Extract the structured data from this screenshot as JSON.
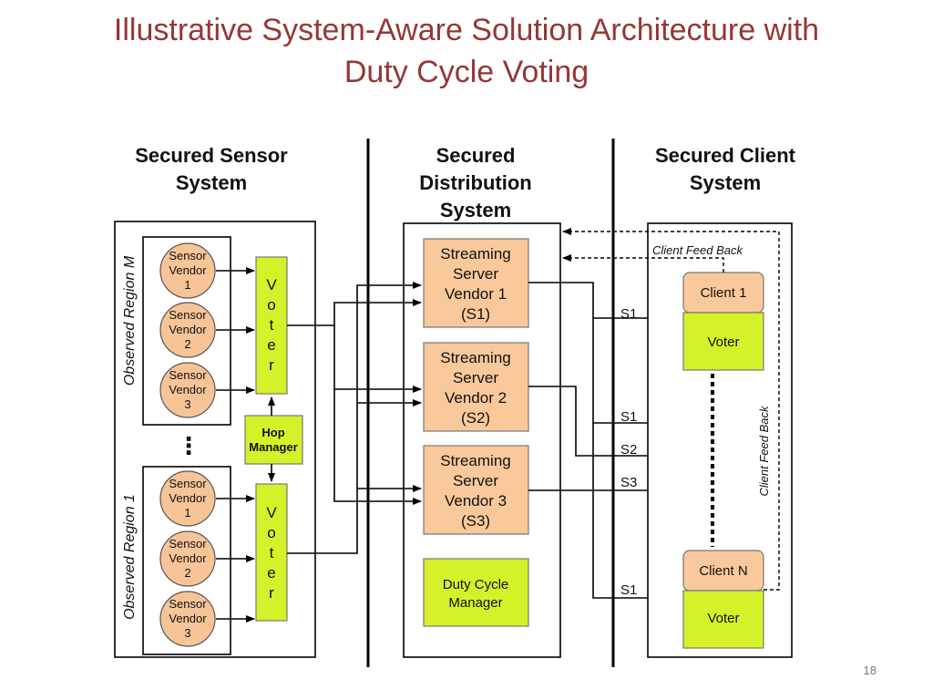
{
  "slide": {
    "title_line1": "Illustrative System-Aware Solution Architecture with",
    "title_line2": "Duty Cycle Voting",
    "page_number": "18"
  },
  "columns": {
    "sensor": [
      "Secured Sensor",
      "System"
    ],
    "distribution": [
      "Secured",
      "Distribution",
      "System"
    ],
    "client": [
      "Secured Client",
      "System"
    ]
  },
  "sensor_system": {
    "region_top": "Observed Region M",
    "region_bottom": "Observed Region 1",
    "ellipsis": "⋮",
    "sensors": [
      [
        "Sensor",
        "Vendor",
        "1"
      ],
      [
        "Sensor",
        "Vendor",
        "2"
      ],
      [
        "Sensor",
        "Vendor",
        "3"
      ]
    ],
    "voter_letters": [
      "V",
      "o",
      "t",
      "e",
      "r"
    ],
    "hop_manager": [
      "Hop",
      "Manager"
    ]
  },
  "distribution_system": {
    "servers": [
      [
        "Streaming",
        "Server",
        "Vendor 1",
        "(S1)"
      ],
      [
        "Streaming",
        "Server",
        "Vendor 2",
        "(S2)"
      ],
      [
        "Streaming",
        "Server",
        "Vendor 3",
        "(S3)"
      ]
    ],
    "duty_cycle_manager": [
      "Duty Cycle",
      "Manager"
    ]
  },
  "client_system": {
    "client_1": "Client 1",
    "client_n": "Client N",
    "voter": "Voter",
    "feedback_top": "Client Feed Back",
    "feedback_side": "Client Feed Back"
  },
  "stream_labels": {
    "c1_s1": "S1",
    "mid_s1": "S1",
    "mid_s2": "S2",
    "mid_s3": "S3",
    "cn_s1": "S1"
  },
  "colors": {
    "title": "#953735",
    "sensor_fill": "#f7c497",
    "server_fill": "#f9c99b",
    "voter_fill": "#d6f02a",
    "line": "#000000"
  }
}
